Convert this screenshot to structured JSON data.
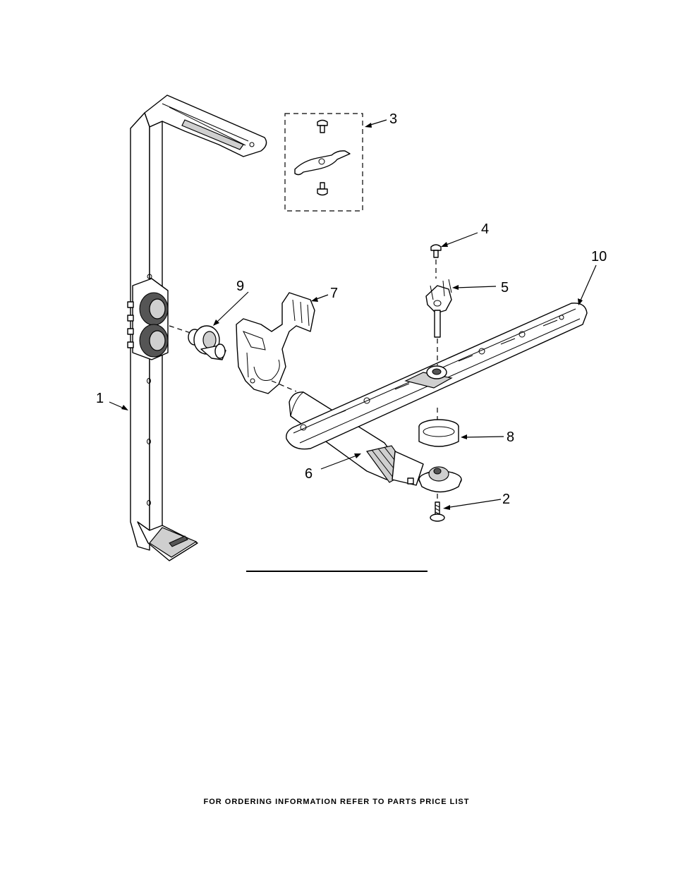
{
  "callouts": {
    "c1": "1",
    "c2": "2",
    "c3": "3",
    "c4": "4",
    "c5": "5",
    "c6": "6",
    "c7": "7",
    "c8": "8",
    "c9": "9",
    "c10": "10"
  },
  "footer": {
    "text": "FOR ORDERING INFORMATION REFER TO PARTS PRICE LIST"
  }
}
